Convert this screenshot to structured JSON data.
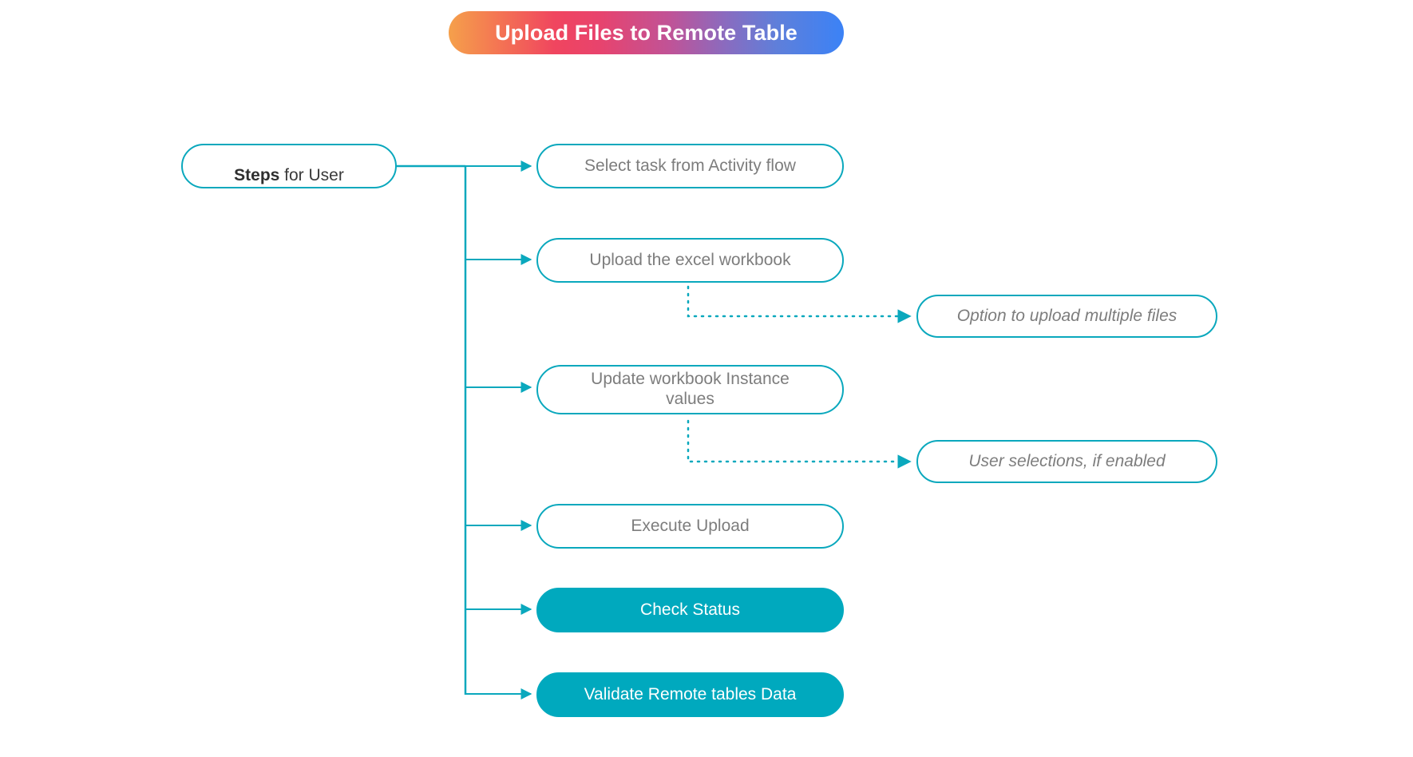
{
  "title": {
    "text": "Upload Files to Remote Table",
    "gradient_start": "#f5a04b",
    "gradient_mid": "#f0455f",
    "gradient_end": "#3b82f6"
  },
  "theme": {
    "accent": "#00a9be",
    "outline_stroke": "#0aa8bd",
    "node_text": "#7d7d7d",
    "root_text": "#3a3a3a",
    "filled_text": "#ffffff",
    "background": "#ffffff"
  },
  "root": {
    "label_bold": "Steps",
    "label_rest": " for User"
  },
  "steps": [
    {
      "id": "select-task",
      "label": "Select task from Activity flow",
      "style": "outline"
    },
    {
      "id": "upload-workbook",
      "label": "Upload the excel workbook",
      "style": "outline"
    },
    {
      "id": "update-instance",
      "label": "Update workbook Instance\nvalues",
      "style": "outline"
    },
    {
      "id": "execute-upload",
      "label": "Execute Upload",
      "style": "outline"
    },
    {
      "id": "check-status",
      "label": "Check Status",
      "style": "filled"
    },
    {
      "id": "validate-data",
      "label": "Validate Remote tables Data",
      "style": "filled"
    }
  ],
  "annotations": [
    {
      "id": "multiple-files",
      "label": "Option to upload multiple files",
      "from": "upload-workbook"
    },
    {
      "id": "user-selections",
      "label": "User selections, if enabled",
      "from": "update-instance"
    }
  ]
}
